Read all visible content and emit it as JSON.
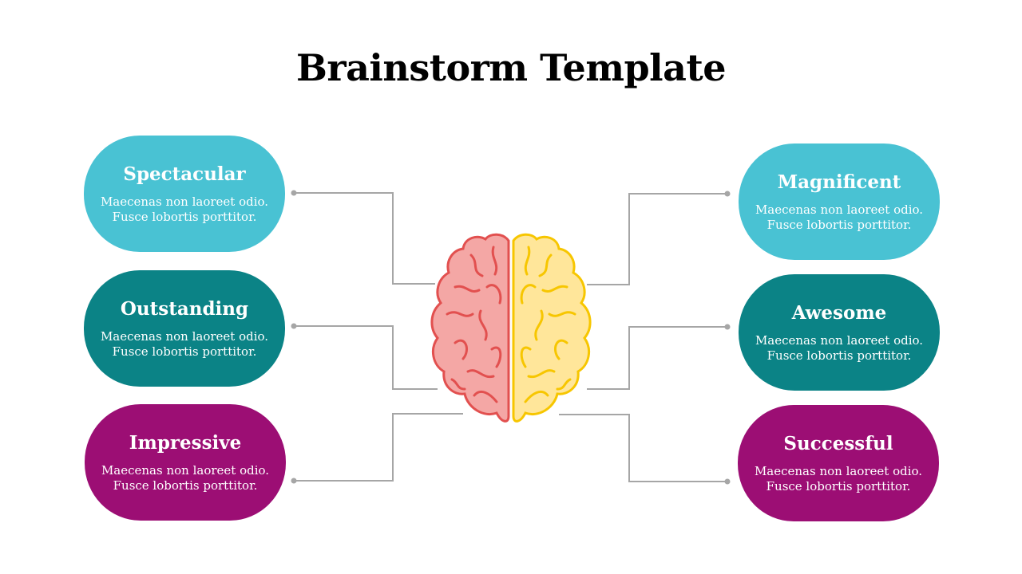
{
  "title": "Brainstorm Template",
  "colors": {
    "light_blue": "#49C2D3",
    "teal": "#0B8386",
    "purple": "#9C0E74",
    "connector": "#9e9e9e",
    "brain_left": "#F4A7A5",
    "brain_left_stroke": "#E2504F",
    "brain_right": "#FFE69A",
    "brain_right_stroke": "#F7C600"
  },
  "left": [
    {
      "title": "Spectacular",
      "line1": "Maecenas non laoreet odio.",
      "line2": "Fusce lobortis porttitor."
    },
    {
      "title": "Outstanding",
      "line1": "Maecenas non laoreet odio.",
      "line2": "Fusce lobortis porttitor."
    },
    {
      "title": "Impressive",
      "line1": "Maecenas non laoreet odio.",
      "line2": "Fusce lobortis porttitor."
    }
  ],
  "right": [
    {
      "title": "Magnificent",
      "line1": "Maecenas non laoreet odio.",
      "line2": "Fusce lobortis porttitor."
    },
    {
      "title": "Awesome",
      "line1": "Maecenas non laoreet odio.",
      "line2": "Fusce lobortis porttitor."
    },
    {
      "title": "Successful",
      "line1": "Maecenas non laoreet odio.",
      "line2": "Fusce lobortis porttitor."
    }
  ]
}
